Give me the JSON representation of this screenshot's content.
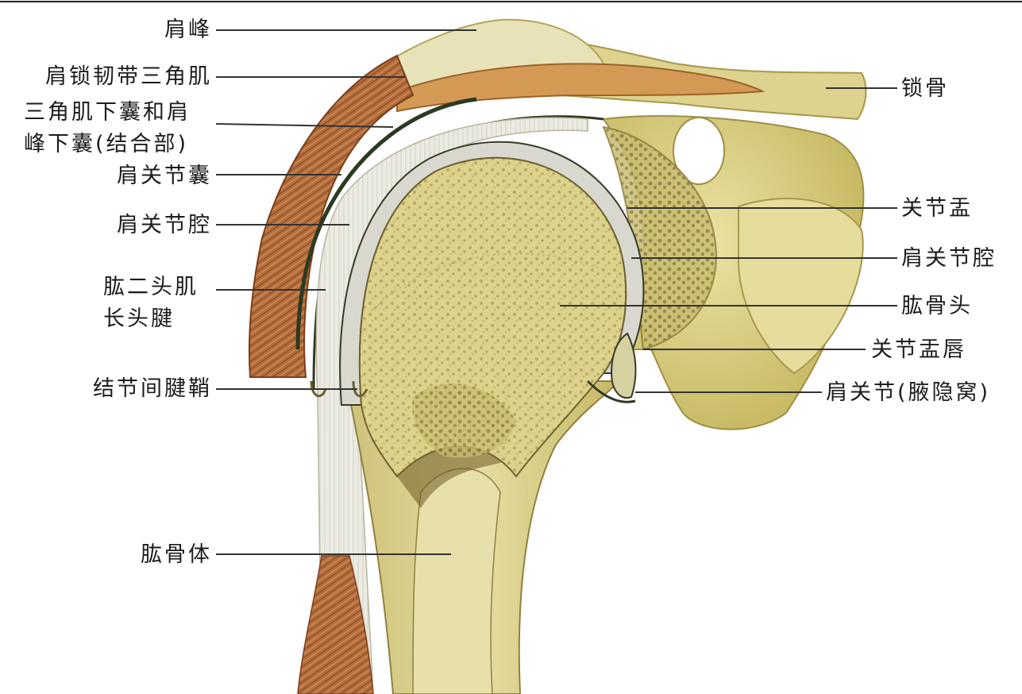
{
  "figure": {
    "labels_left": {
      "acromion": "肩峰",
      "acromioclavicular_deltoid": "肩锁韧带三角肌",
      "bursa": "三角肌下囊和肩\n峰下囊(结合部)",
      "joint_capsule": "肩关节囊",
      "joint_cavity": "肩关节腔",
      "biceps_long_head": "肱二头肌\n长头腱",
      "intertubercular_sheath": "结节间腱鞘",
      "humeral_shaft": "肱骨体"
    },
    "labels_right": {
      "clavicle": "锁骨",
      "glenoid": "关节盂",
      "joint_cavity": "肩关节腔",
      "humeral_head": "肱骨头",
      "glenoid_labrum": "关节盂唇",
      "axillary_recess": "肩关节(腋隐窝)"
    },
    "colors": {
      "bone": "#d9cf86",
      "bone_dark": "#b9ab55",
      "cartilage": "#dcdcd4",
      "muscle": "#b06a3a",
      "tendon": "#ece9df",
      "leader": "#333333"
    }
  }
}
